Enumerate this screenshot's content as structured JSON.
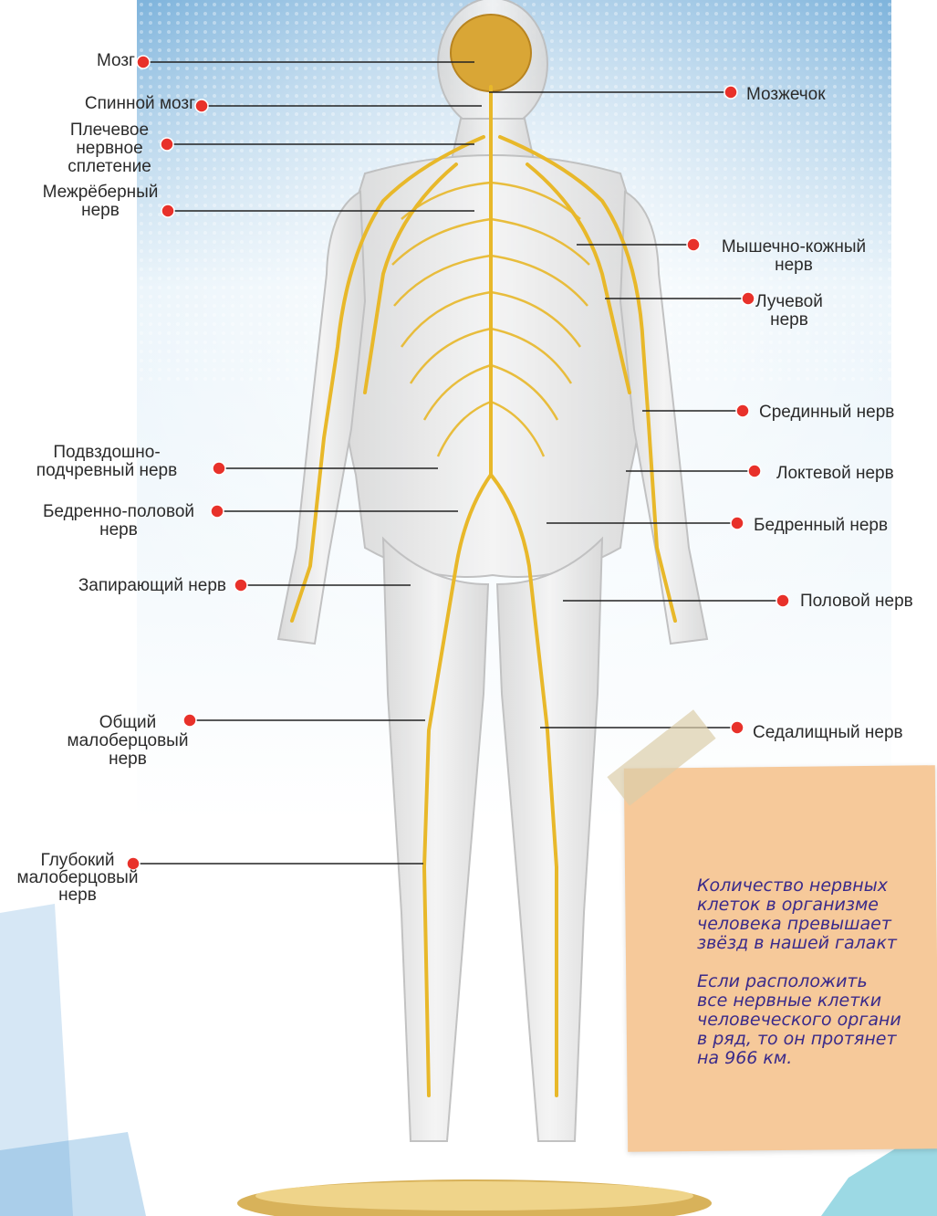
{
  "labels": {
    "brain": "Мозг",
    "spinal_cord": "Спинной мозг",
    "brachial_plexus": "Плечевое\nнервное\nсплетение",
    "intercostal": "Межрёберный\nнерв",
    "cerebellum": "Мозжечок",
    "musculocutaneous": "Мышечно-кожный\nнерв",
    "radial": "Лучевой\nнерв",
    "median": "Срединный нерв",
    "iliohypogastric": "Подвздошно-\nподчревный нерв",
    "ulnar": "Локтевой нерв",
    "genitofemoral": "Бедренно-половой\nнерв",
    "femoral": "Бедренный нерв",
    "obturator": "Запирающий нерв",
    "pudendal": "Половой нерв",
    "common_peroneal": "Общий\nмалоберцовый\nнерв",
    "sciatic": "Седалищный нерв",
    "deep_peroneal": "Глубокий\nмалоберцовый\nнерв"
  },
  "note": {
    "text": "Количество нервных\nклеток в организме\nчеловека превышает\nзвёзд в нашей галакт\n\nЕсли расположить\nвсе нервные клетки\nчеловеческого органи\nв ряд, то он протянет\nна 966 км."
  },
  "colors": {
    "marker": "#e8312a",
    "nerve": "#e8b82a",
    "leader": "#222222",
    "note_bg": "#f6c99a",
    "background": "#cfe6f5"
  }
}
